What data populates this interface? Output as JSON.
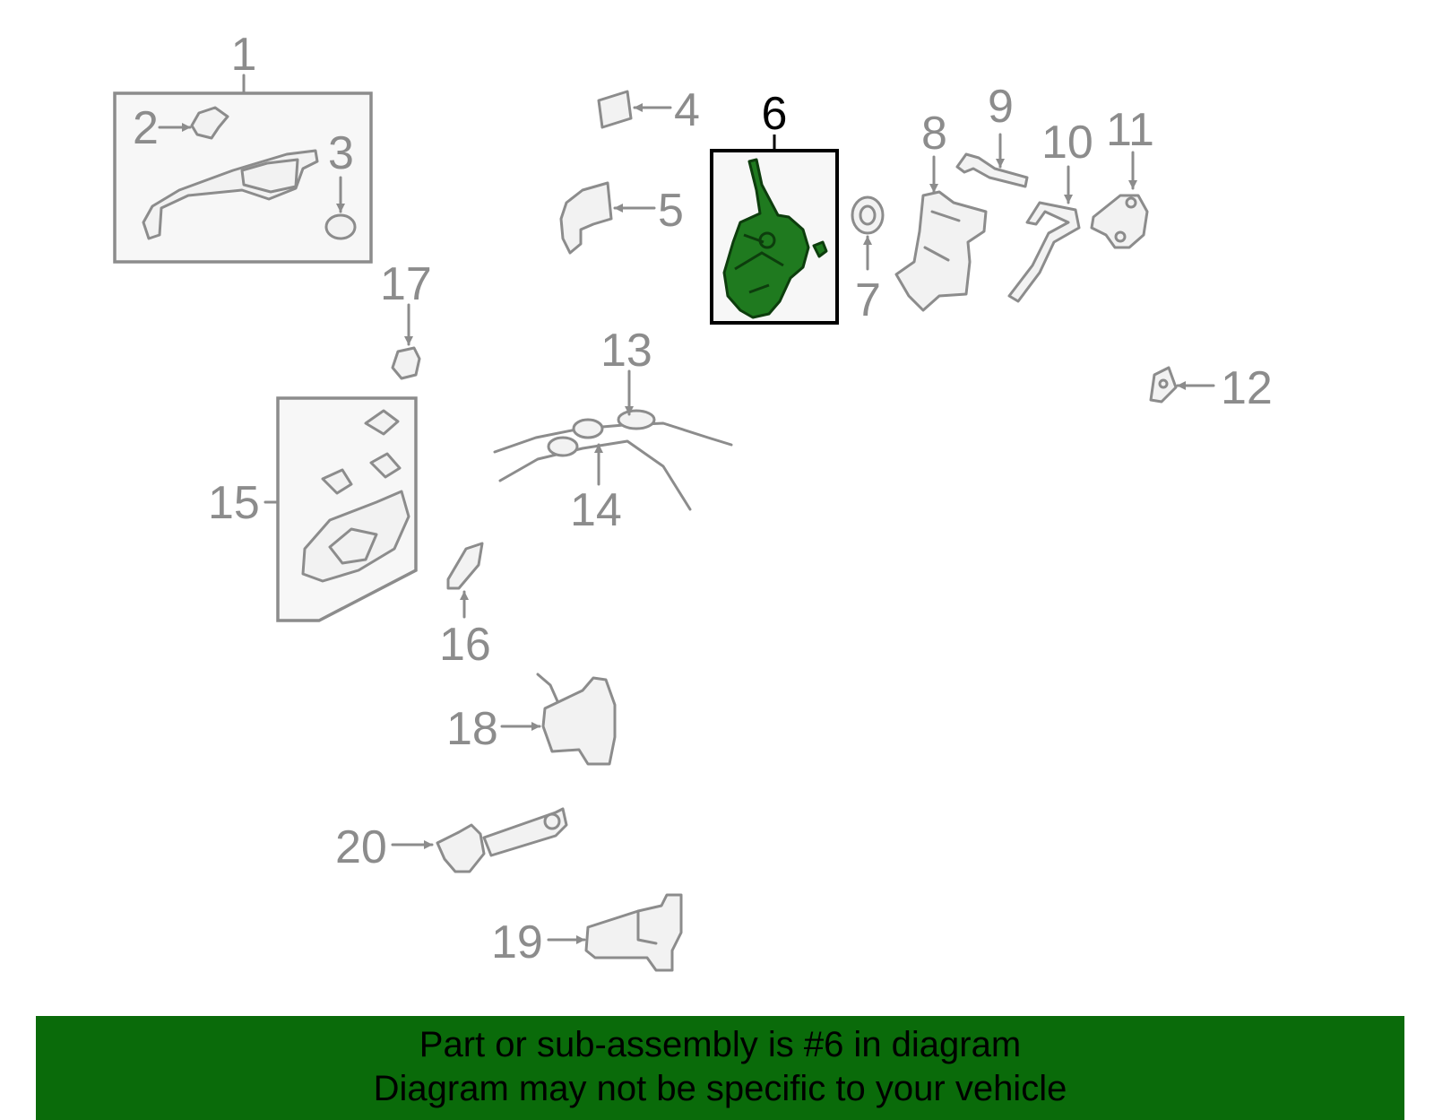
{
  "diagram": {
    "callouts": [
      {
        "id": "1",
        "label": "1"
      },
      {
        "id": "2",
        "label": "2"
      },
      {
        "id": "3",
        "label": "3"
      },
      {
        "id": "4",
        "label": "4"
      },
      {
        "id": "5",
        "label": "5"
      },
      {
        "id": "6",
        "label": "6"
      },
      {
        "id": "7",
        "label": "7"
      },
      {
        "id": "8",
        "label": "8"
      },
      {
        "id": "9",
        "label": "9"
      },
      {
        "id": "10",
        "label": "10"
      },
      {
        "id": "11",
        "label": "11"
      },
      {
        "id": "12",
        "label": "12"
      },
      {
        "id": "13",
        "label": "13"
      },
      {
        "id": "14",
        "label": "14"
      },
      {
        "id": "15",
        "label": "15"
      },
      {
        "id": "16",
        "label": "16"
      },
      {
        "id": "17",
        "label": "17"
      },
      {
        "id": "18",
        "label": "18"
      },
      {
        "id": "19",
        "label": "19"
      },
      {
        "id": "20",
        "label": "20"
      }
    ],
    "highlighted_part": "6",
    "colors": {
      "line_gray": "#8c8c8c",
      "highlight_green": "#1f7a1f",
      "banner_green": "#0a6b0a"
    }
  },
  "banner": {
    "line1": "Part or sub-assembly is #6 in diagram",
    "line2": "Diagram may not be specific to your vehicle"
  }
}
